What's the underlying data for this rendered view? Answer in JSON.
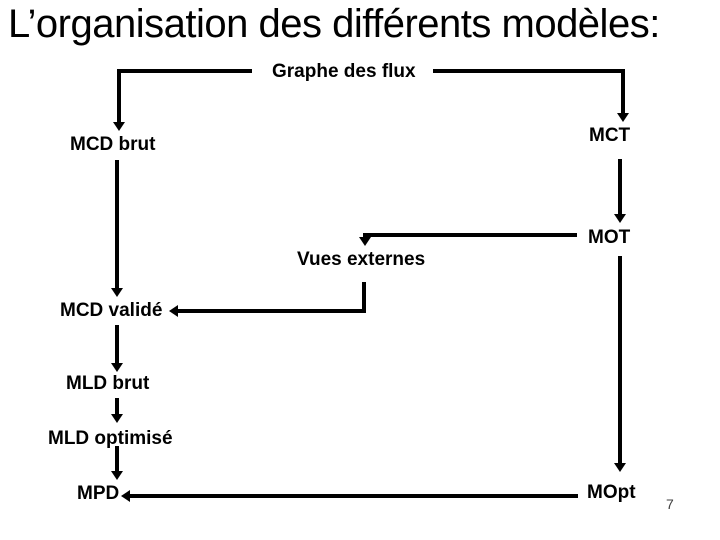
{
  "slide": {
    "title": "L’organisation des différents modèles:",
    "page_number": "7",
    "background_color": "#ffffff",
    "text_color": "#000000",
    "line_color": "#000000"
  },
  "diagram": {
    "nodes": {
      "graphe_des_flux": {
        "label": "Graphe des flux"
      },
      "mcd_brut": {
        "label": "MCD brut"
      },
      "mct": {
        "label": "MCT"
      },
      "mot": {
        "label": "MOT"
      },
      "vues_externes": {
        "label": "Vues externes"
      },
      "mcd_valide": {
        "label": "MCD validé"
      },
      "mld_brut": {
        "label": "MLD brut"
      },
      "mld_optimise": {
        "label": "MLD optimisé"
      },
      "mpd": {
        "label": "MPD"
      },
      "mopt": {
        "label": "MOpt"
      }
    },
    "edges": [
      {
        "from": "Graphe des flux",
        "to": "MCD brut"
      },
      {
        "from": "Graphe des flux",
        "to": "MCT"
      },
      {
        "from": "MCT",
        "to": "MOT"
      },
      {
        "from": "MOT",
        "to": "Vues externes"
      },
      {
        "from": "Vues externes",
        "to": "MCD validé"
      },
      {
        "from": "MCD brut",
        "to": "MCD validé"
      },
      {
        "from": "MCD validé",
        "to": "MLD brut"
      },
      {
        "from": "MLD brut",
        "to": "MLD optimisé"
      },
      {
        "from": "MLD optimisé",
        "to": "MPD"
      },
      {
        "from": "MOT",
        "to": "MOpt"
      },
      {
        "from": "MOpt",
        "to": "MPD"
      }
    ]
  }
}
